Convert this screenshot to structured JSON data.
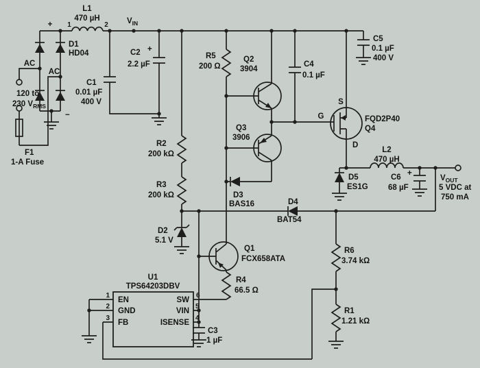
{
  "colors": {
    "background": "#c8cec9",
    "ink": "#1e1e1e"
  },
  "input": {
    "bridge": {
      "ref": "D1",
      "part": "HD04",
      "plus": "+",
      "minus": "−",
      "ac1": "AC",
      "ac2": "AC"
    },
    "mains": {
      "line1": "120 to",
      "line2": "230 V",
      "sub": "RMS"
    },
    "fuse": {
      "ref": "F1",
      "desc": "1-A Fuse"
    }
  },
  "front": {
    "L1": {
      "ref": "L1",
      "value": "470 µH",
      "pin1": "1",
      "pin2": "2"
    },
    "C1": {
      "ref": "C1",
      "value": "0.01 µF",
      "rating": "400 V"
    },
    "C2": {
      "ref": "C2",
      "plus": "+",
      "value": "2.2 µF"
    },
    "C5": {
      "ref": "C5",
      "value": "0.1 µF",
      "rating": "400 V"
    },
    "vin": {
      "base": "V",
      "sub": "IN"
    }
  },
  "driver": {
    "R5": {
      "ref": "R5",
      "value": "200 Ω"
    },
    "Q2": {
      "ref": "Q2",
      "part": "3904"
    },
    "Q3": {
      "ref": "Q3",
      "part": "3906"
    },
    "C4": {
      "ref": "C4",
      "value": "0.1 µF"
    },
    "D3": {
      "ref": "D3",
      "part": "BAS16"
    },
    "Q1": {
      "ref": "Q1",
      "part": "FCX658ATA"
    },
    "R4": {
      "ref": "R4",
      "value": "66.5 Ω"
    }
  },
  "bias": {
    "R2": {
      "ref": "R2",
      "value": "200 kΩ"
    },
    "R3": {
      "ref": "R3",
      "value": "200 kΩ"
    },
    "D2": {
      "ref": "D2",
      "value": "5.1 V"
    },
    "D4": {
      "ref": "D4",
      "part": "BAT54"
    }
  },
  "output": {
    "Q4": {
      "ref": "Q4",
      "part": "FQD2P40",
      "s": "S",
      "g": "G",
      "d": "D"
    },
    "L2": {
      "ref": "L2",
      "value": "470 µH"
    },
    "D5": {
      "ref": "D5",
      "part": "ES1G"
    },
    "C6": {
      "ref": "C6",
      "plus": "+",
      "value": "68 µF"
    },
    "vout": {
      "base": "V",
      "sub": "OUT",
      "line2": "5 VDC at",
      "line3": "750 mA"
    }
  },
  "controller": {
    "ref": "U1",
    "part": "TPS64203DBV",
    "pins": {
      "en": {
        "num": "1",
        "name": "EN"
      },
      "gnd": {
        "num": "2",
        "name": "GND"
      },
      "fb": {
        "num": "3",
        "name": "FB"
      },
      "sw": {
        "num": "6",
        "name": "SW"
      },
      "vin": {
        "num": "5",
        "name": "VIN"
      },
      "isense": {
        "num": "4",
        "name": "ISENSE"
      }
    },
    "C3": {
      "ref": "C3",
      "value": "1 µF"
    }
  },
  "feedback": {
    "R6": {
      "ref": "R6",
      "value": "3.74 kΩ"
    },
    "R1": {
      "ref": "R1",
      "value": "1.21 kΩ"
    }
  }
}
